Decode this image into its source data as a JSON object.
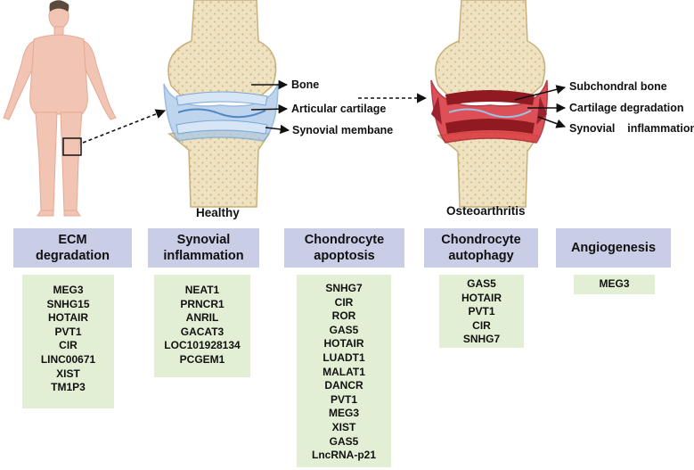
{
  "labels": {
    "bone": "Bone",
    "articular_cartilage": "Articular cartilage",
    "synovial_membrane": "Synovial membane",
    "subchondral_bone": "Subchondral bone",
    "cartilage_degradation": "Cartilage degradation",
    "synovial_inflammation": "Synovial    inflammation"
  },
  "captions": {
    "healthy": "Healthy",
    "osteoarthritis": "Osteoarthritis"
  },
  "categories": [
    {
      "line1": "ECM",
      "line2": "degradation",
      "genes": [
        "MEG3",
        "SNHG15",
        "HOTAIR",
        "PVT1",
        "CIR",
        "LINC00671",
        "XIST",
        "TM1P3"
      ]
    },
    {
      "line1": "Synovial",
      "line2": "inflammation",
      "genes": [
        "NEAT1",
        "PRNCR1",
        "ANRIL",
        "GACAT3",
        "LOC101928134",
        "PCGEM1"
      ]
    },
    {
      "line1": "Chondrocyte",
      "line2": "apoptosis",
      "genes": [
        "SNHG7",
        "CIR",
        "ROR",
        "GAS5",
        "HOTAIR",
        "LUADT1",
        "MALAT1",
        "DANCR",
        "PVT1",
        "MEG3",
        "XIST",
        "GAS5",
        "LncRNA-p21"
      ]
    },
    {
      "line1": "Chondrocyte",
      "line2": "autophagy",
      "genes": [
        "GAS5",
        "HOTAIR",
        "PVT1",
        "CIR",
        "SNHG7"
      ]
    },
    {
      "line1": "Angiogenesis",
      "line2": "",
      "genes": [
        "MEG3"
      ]
    }
  ],
  "colors": {
    "category_fill": "#c9cde6",
    "list_fill": "#e3efd5",
    "inflamed": "#d9323a",
    "bone": "#efe2c0",
    "cartilage": "#a9c8e8"
  }
}
